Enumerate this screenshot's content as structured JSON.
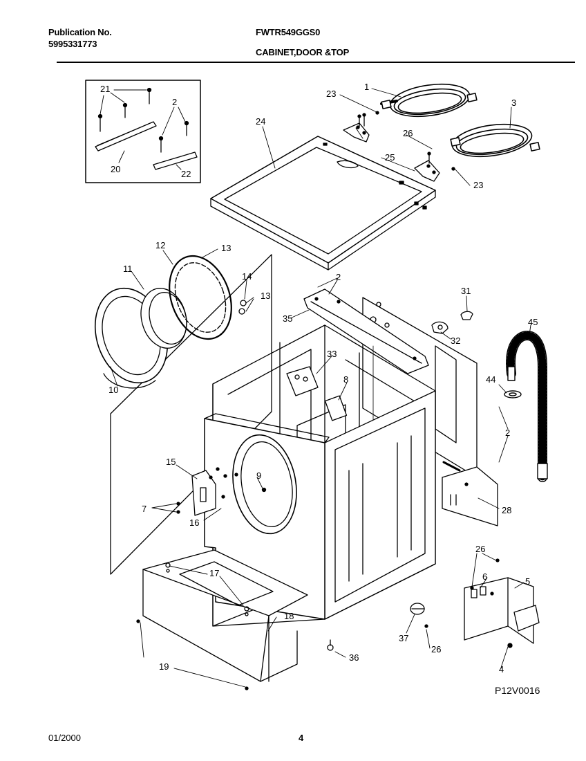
{
  "header": {
    "publication_label": "Publication No.",
    "publication_number": "5995331773",
    "model": "FWTR549GGS0",
    "section": "CABINET,DOOR &TOP"
  },
  "footer": {
    "date": "01/2000",
    "page": "4",
    "diagram_code": "P12V0016"
  },
  "callouts": [
    "21",
    "2",
    "20",
    "22",
    "23",
    "1",
    "3",
    "24",
    "26",
    "25",
    "23",
    "12",
    "13",
    "11",
    "14",
    "13",
    "10",
    "2",
    "31",
    "35",
    "32",
    "45",
    "33",
    "8",
    "44",
    "2",
    "15",
    "9",
    "7",
    "16",
    "28",
    "17",
    "26",
    "6",
    "5",
    "18",
    "37",
    "26",
    "36",
    "19",
    "4"
  ]
}
